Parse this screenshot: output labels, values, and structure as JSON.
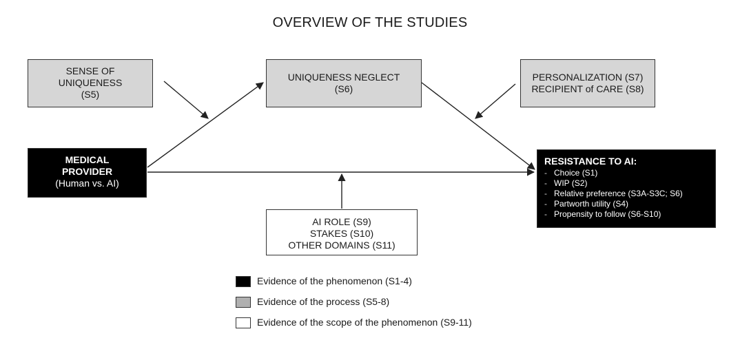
{
  "title": "OVERVIEW OF THE STUDIES",
  "nodes": {
    "sense": {
      "lines": [
        "SENSE OF",
        "UNIQUENESS",
        "(S5)"
      ]
    },
    "neglect": {
      "lines": [
        "UNIQUENESS NEGLECT",
        "(S6)"
      ]
    },
    "personalization": {
      "lines": [
        "PERSONALIZATION (S7)",
        "RECIPIENT of CARE (S8)"
      ]
    },
    "medical": {
      "title_lines": [
        "MEDICAL",
        "PROVIDER"
      ],
      "sub": "(Human vs. AI)"
    },
    "scope": {
      "lines": [
        "AI ROLE (S9)",
        "STAKES (S10)",
        "OTHER DOMAINS (S11)"
      ]
    },
    "resistance": {
      "title": "RESISTANCE TO AI:",
      "bullet": "-",
      "items": [
        "Choice (S1)",
        "WIP (S2)",
        "Relative preference (S3A-S3C; S6)",
        "Partworth utility (S4)",
        "Propensity to follow (S6-S10)"
      ]
    }
  },
  "legend": [
    {
      "label": "Evidence of the phenomenon (S1-4)",
      "color": "#000000"
    },
    {
      "label": "Evidence of the process (S5-8)",
      "color": "#b0b0b0"
    },
    {
      "label": "Evidence of the scope of the phenomenon (S9-11)",
      "color": "#ffffff"
    }
  ],
  "colors": {
    "black_box": "#000000",
    "gray_box": "#d6d6d6",
    "white_box": "#ffffff",
    "arrow": "#222222"
  }
}
